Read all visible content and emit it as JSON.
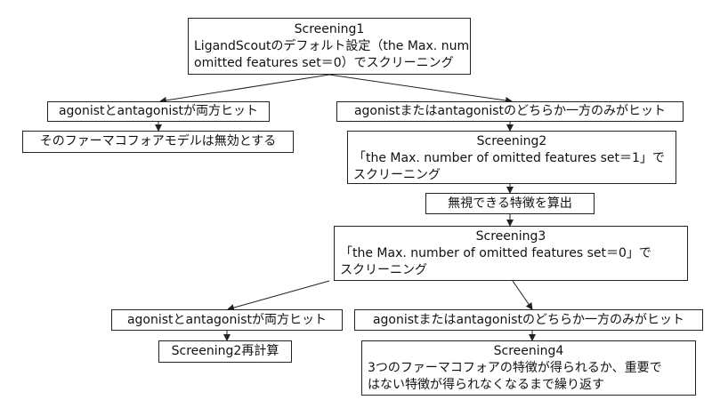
{
  "nodes": {
    "screening1": {
      "title": "Screening1",
      "lines": [
        "LigandScoutのデフォルト設定（the Max. number of",
        "omitted features set＝0）でスクリーニング"
      ]
    },
    "hit_both_1": "agonistとantagonistが両方ヒット",
    "hit_either_1": "agonistまたはantagonistのどちらか一方のみがヒット",
    "invalid_model": "そのファーマコフォアモデルは無効とする",
    "screening2": {
      "title": "Screening2",
      "lines": [
        "「the Max. number of omitted features set＝1」で",
        "スクリーニング"
      ]
    },
    "compute_ignorable": "無視できる特徴を算出",
    "screening3": {
      "title": "Screening3",
      "lines": [
        "「the Max. number of omitted features set＝0」で",
        "スクリーニング"
      ]
    },
    "hit_both_2": "agonistとantagonistが両方ヒット",
    "hit_either_2": "agonistまたはantagonistのどちらか一方のみがヒット",
    "recompute_s2": "Screening2再計算",
    "screening4": {
      "title": "Screening4",
      "lines": [
        "3つのファーマコフォアの特徴が得られるか、重要で",
        "はない特徴が得られなくなるまで繰り返す"
      ]
    }
  }
}
